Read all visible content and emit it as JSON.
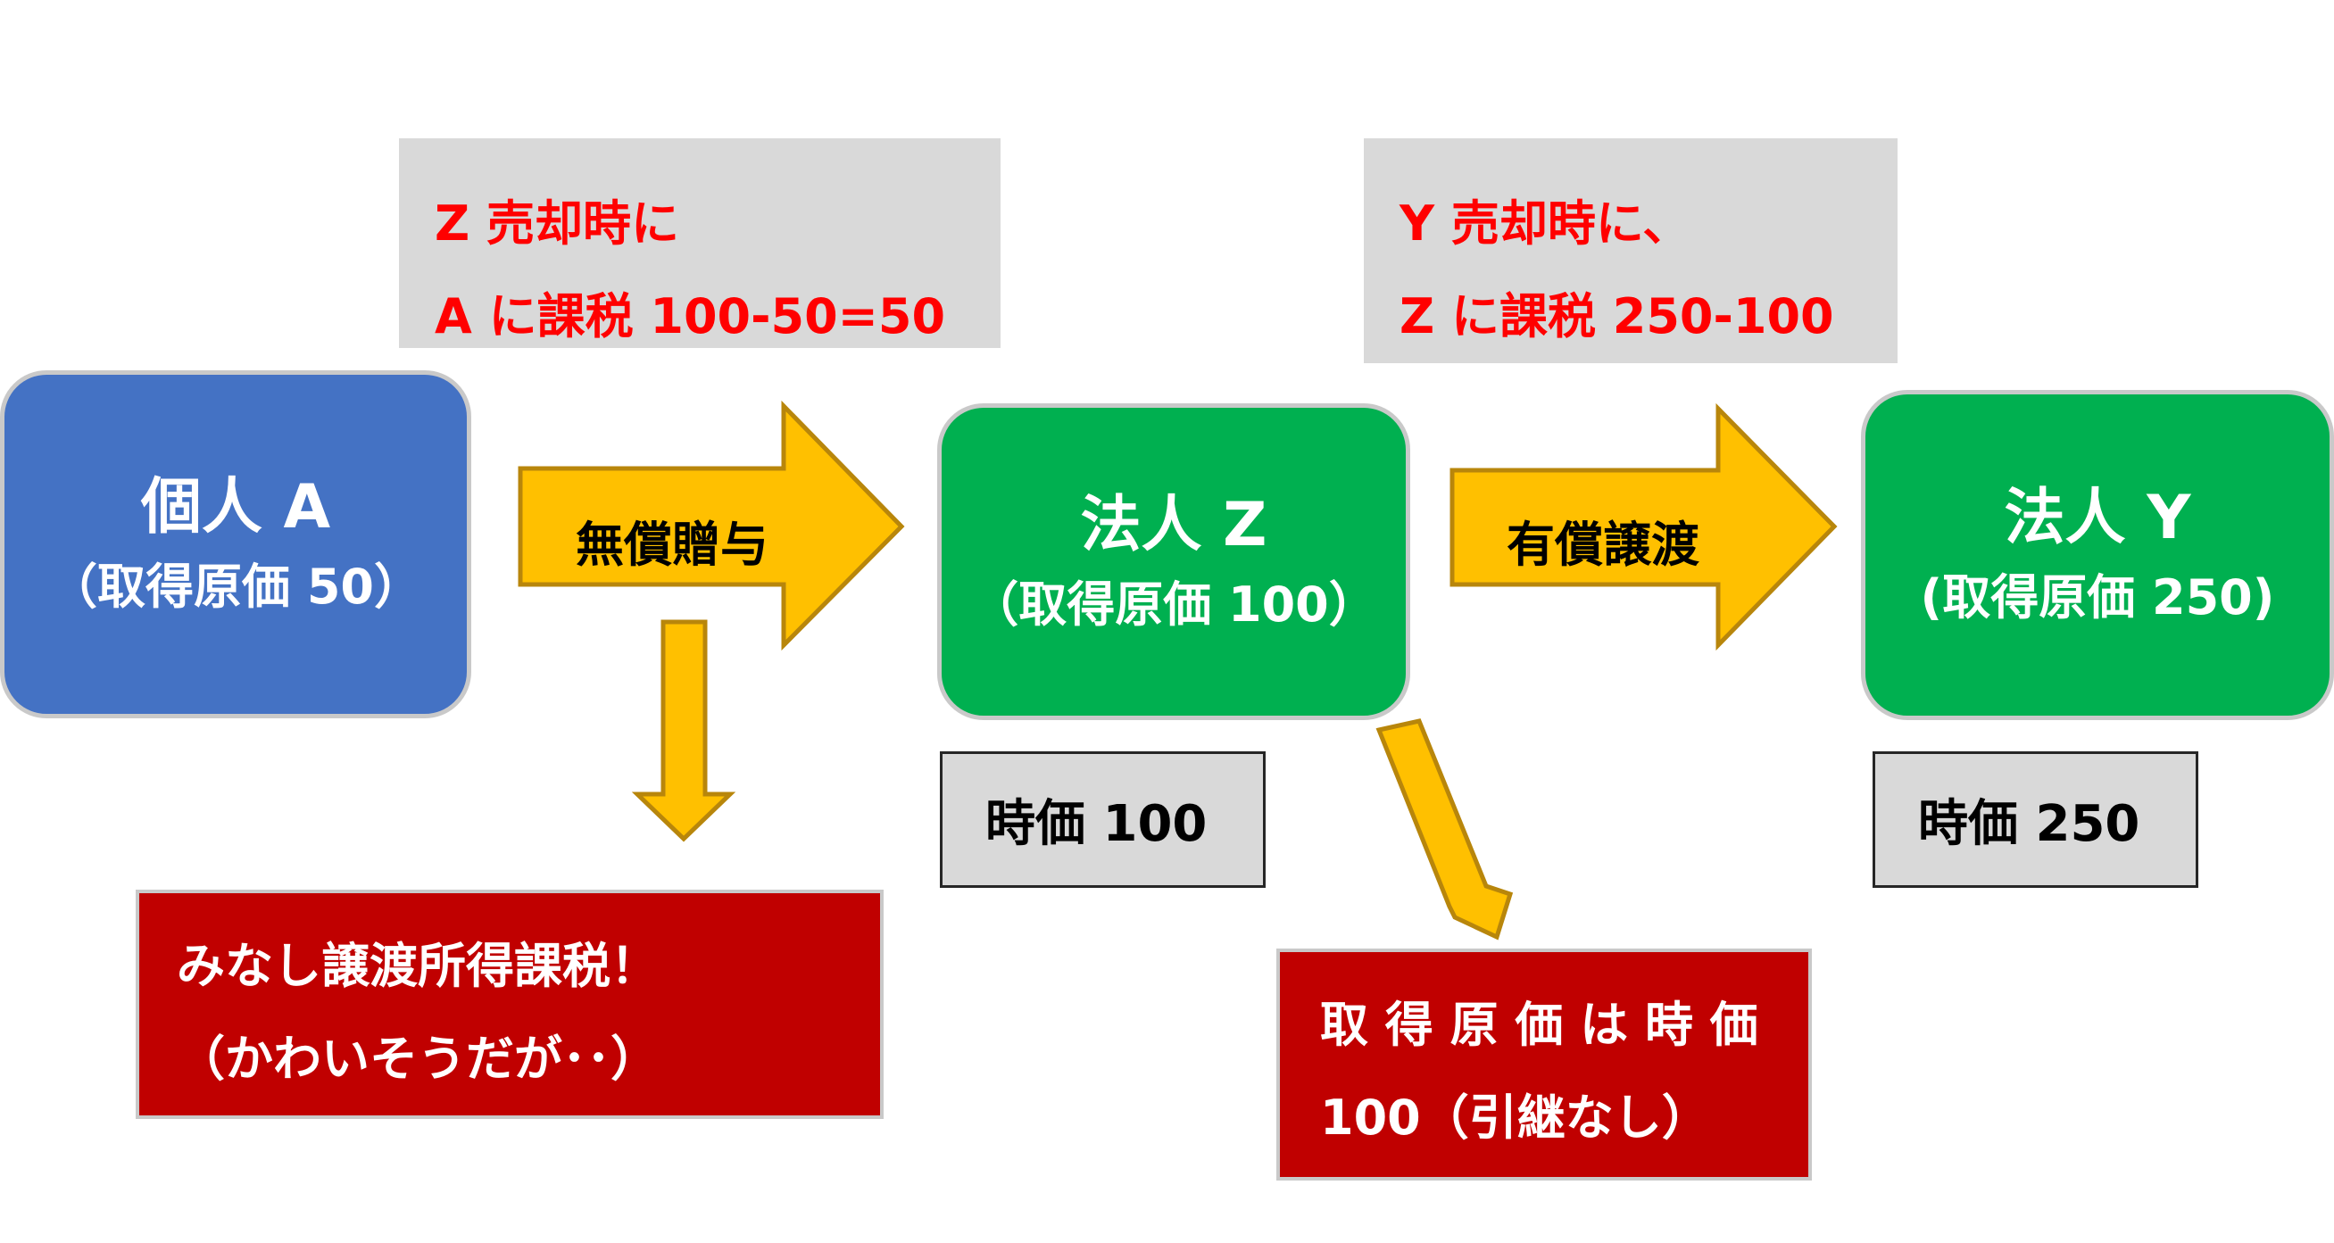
{
  "entities": {
    "individual_a": {
      "name": "個人 A",
      "cost": "（取得原価 50）"
    },
    "corp_z": {
      "name": "法人 Z",
      "cost": "（取得原価 100）"
    },
    "corp_y": {
      "name": "法人 Y",
      "cost": "(取得原価 250)"
    }
  },
  "arrows": {
    "gift": "無償贈与",
    "sale": "有償譲渡"
  },
  "tax_notes": {
    "z_sale": {
      "line1": "Z 売却時に",
      "line2": "A に課税 100-50=50"
    },
    "y_sale": {
      "line1": "Y 売却時に、",
      "line2": "Z に課税 250-100"
    }
  },
  "market_values": {
    "z": "時価 100",
    "y": "時価 250"
  },
  "callouts": {
    "deemed_transfer": {
      "line1": "みなし譲渡所得課税！",
      "line2": "（かわいそうだが･･）"
    },
    "acquisition_cost": {
      "line1": "取 得 原 価 は 時 価",
      "line2": "100（引継なし）"
    }
  },
  "colors": {
    "individual": "#4472c4",
    "corporation": "#00b050",
    "arrow_fill": "#ffc000",
    "arrow_stroke": "#b8860b",
    "note_bg": "#d9d9d9",
    "note_text": "#ff0000",
    "callout_bg": "#c00000"
  }
}
